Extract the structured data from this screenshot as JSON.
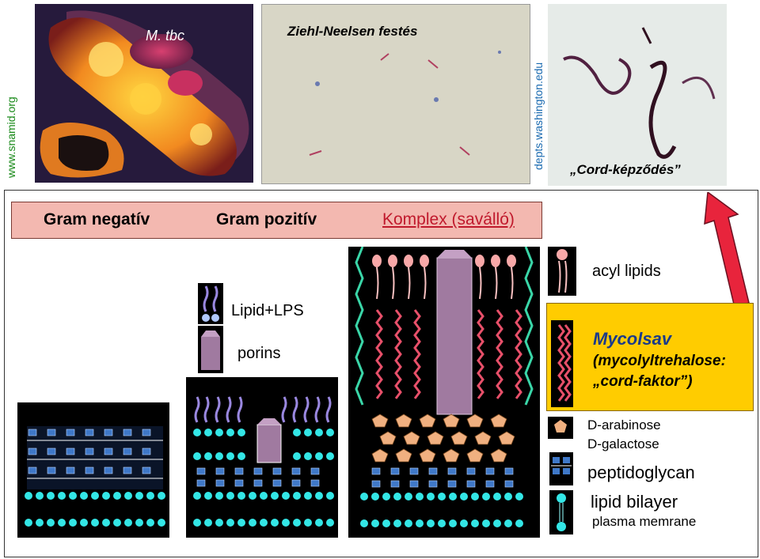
{
  "sources": {
    "left_vertical": "www.snamid.org",
    "right_vertical": "depts.washington.edu"
  },
  "photos": {
    "mtbc_label": "M. tbc",
    "zn_label": "Ziehl-Neelsen festés",
    "cord_label": "„Cord-képződés”"
  },
  "banner": {
    "gram_negative": "Gram negatív",
    "gram_positive": "Gram pozitív",
    "complex": "Komplex (saválló)"
  },
  "legend": {
    "acyl_lipids": "acyl lipids",
    "lipid_lps": "Lipid+LPS",
    "porins": "porins",
    "mycolic_title": "Mycolsav",
    "mycolic_sub": "(mycolyltrehalose:",
    "mycolic_cord": "„cord-faktor”)",
    "arabinose": "D-arabinose",
    "galactose": "D-galactose",
    "peptidoglycan": "peptidoglycan",
    "lipid_bilayer": "lipid bilayer",
    "plasma": "plasma memrane"
  },
  "colors": {
    "banner_bg": "#f3b8b0",
    "complex_text": "#c0192c",
    "highlight_box": "#ffcc00",
    "arrow": "#e8243c",
    "lipid_head": "#33e6e6",
    "peptidoglycan": "#3f78c8",
    "porin": "#a07aa0",
    "mycolic": "#e8506a",
    "sugar": "#f0b080"
  }
}
